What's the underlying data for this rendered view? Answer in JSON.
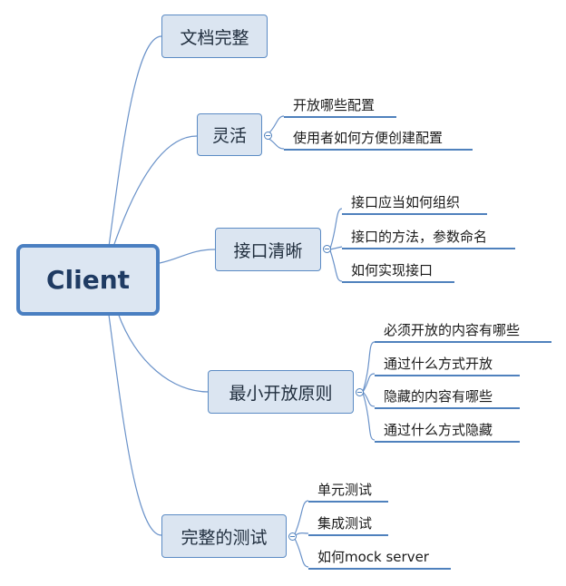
{
  "root": {
    "label": "Client"
  },
  "branches": [
    {
      "label": "文档完整",
      "children": []
    },
    {
      "label": "灵活",
      "children": [
        "开放哪些配置",
        "使用者如何方便创建配置"
      ]
    },
    {
      "label": "接口清晰",
      "children": [
        "接口应当如何组织",
        "接口的方法，参数命名",
        "如何实现接口"
      ]
    },
    {
      "label": "最小开放原则",
      "children": [
        "必须开放的内容有哪些",
        "通过什么方式开放",
        "隐藏的内容有哪些",
        "通过什么方式隐藏"
      ]
    },
    {
      "label": "完整的测试",
      "children": [
        "单元测试",
        "集成测试",
        "如何mock server"
      ]
    }
  ]
}
